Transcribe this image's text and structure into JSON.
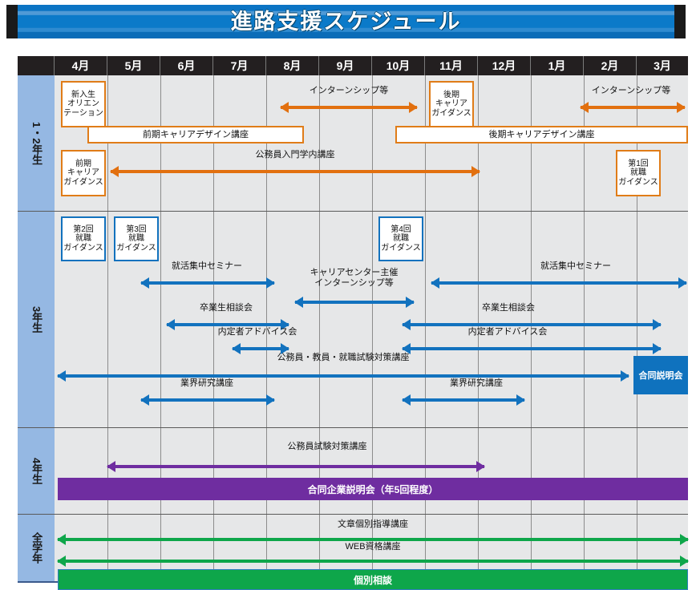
{
  "header": {
    "title": "進路支援スケジュール",
    "months": [
      "4月",
      "5月",
      "6月",
      "7月",
      "8月",
      "9月",
      "10月",
      "11月",
      "12月",
      "1月",
      "2月",
      "3月"
    ]
  },
  "rows": [
    {
      "label": "1・2年生"
    },
    {
      "label": "3年生"
    },
    {
      "label": "4年生"
    },
    {
      "label": "全学年"
    }
  ],
  "chart_data": {
    "type": "table",
    "title": "進路支援スケジュール",
    "xlabel": "",
    "ylabel": "",
    "categories": [
      "4月",
      "5月",
      "6月",
      "7月",
      "8月",
      "9月",
      "10月",
      "11月",
      "12月",
      "1月",
      "2月",
      "3月"
    ],
    "rows": [
      {
        "group": "1・2年生",
        "items": [
          {
            "label": "新入生\nオリエン\nテーション",
            "kind": "box",
            "color": "#E07C18",
            "start": "4月",
            "end": "4月"
          },
          {
            "label": "インターンシップ等",
            "kind": "arrow-both",
            "color": "#E2700F",
            "start": "8月",
            "end": "9月"
          },
          {
            "label": "後期\nキャリア\nガイダンス",
            "kind": "box",
            "color": "#E07C18",
            "start": "11月",
            "end": "11月"
          },
          {
            "label": "インターンシップ等",
            "kind": "arrow-both",
            "color": "#E2700F",
            "start": "2月",
            "end": "3月"
          },
          {
            "label": "前期キャリアデザイン講座",
            "kind": "box-wide",
            "color": "#E07C18",
            "start": "4月",
            "end": "8月"
          },
          {
            "label": "後期キャリアデザイン講座",
            "kind": "box-wide",
            "color": "#E07C18",
            "start": "10月",
            "end": "3月"
          },
          {
            "label": "前期\nキャリア\nガイダンス",
            "kind": "box",
            "color": "#E07C18",
            "start": "4月",
            "end": "4月"
          },
          {
            "label": "公務員入門学内講座",
            "kind": "arrow-both",
            "color": "#E2700F",
            "start": "5月",
            "end": "11月"
          },
          {
            "label": "第1回\n就職\nガイダンス",
            "kind": "box",
            "color": "#E07C18",
            "start": "2月",
            "end": "2月"
          }
        ]
      },
      {
        "group": "3年生",
        "items": [
          {
            "label": "第2回\n就職\nガイダンス",
            "kind": "box",
            "color": "#1272BE",
            "start": "4月",
            "end": "4月"
          },
          {
            "label": "第3回\n就職\nガイダンス",
            "kind": "box",
            "color": "#1272BE",
            "start": "5月",
            "end": "5月"
          },
          {
            "label": "第4回\n就職\nガイダンス",
            "kind": "box",
            "color": "#1272BE",
            "start": "9月",
            "end": "9月"
          },
          {
            "label": "就活集中セミナー",
            "kind": "arrow-both",
            "color": "#1272BE",
            "start": "5月",
            "end": "7月"
          },
          {
            "label": "キャリアセンター主催\nインターンシップ等",
            "kind": "arrow-both",
            "color": "#1272BE",
            "start": "8月",
            "end": "9月"
          },
          {
            "label": "就活集中セミナー",
            "kind": "arrow-both",
            "color": "#1272BE",
            "start": "11月",
            "end": "3月"
          },
          {
            "label": "卒業生相談会",
            "kind": "arrow-both",
            "color": "#1272BE",
            "start": "6月",
            "end": "7月"
          },
          {
            "label": "卒業生相談会",
            "kind": "arrow-both",
            "color": "#1272BE",
            "start": "10月",
            "end": "2月"
          },
          {
            "label": "内定者アドバイス会",
            "kind": "arrow-both",
            "color": "#1272BE",
            "start": "7月",
            "end": "7月"
          },
          {
            "label": "内定者アドバイス会",
            "kind": "arrow-both",
            "color": "#1272BE",
            "start": "10月",
            "end": "2月"
          },
          {
            "label": "公務員・教員・就職試験対策講座",
            "kind": "arrow-both",
            "color": "#1272BE",
            "start": "4月",
            "end": "2月"
          },
          {
            "label": "合同説明会",
            "kind": "bar",
            "color": "#0F72BE",
            "start": "2月",
            "end": "2月"
          },
          {
            "label": "業界研究講座",
            "kind": "arrow-both",
            "color": "#1272BE",
            "start": "5月",
            "end": "7月"
          },
          {
            "label": "業界研究講座",
            "kind": "arrow-both",
            "color": "#1272BE",
            "start": "10月",
            "end": "12月"
          }
        ]
      },
      {
        "group": "4年生",
        "items": [
          {
            "label": "公務員試験対策講座",
            "kind": "arrow-both",
            "color": "#6F2DA0",
            "start": "5月",
            "end": "12月"
          },
          {
            "label": "合同企業説明会（年5回程度）",
            "kind": "bar",
            "color": "#6F2DA0",
            "start": "4月",
            "end": "3月"
          }
        ]
      },
      {
        "group": "全学年",
        "items": [
          {
            "label": "文章個別指導講座",
            "kind": "arrow-both",
            "color": "#0EA64A",
            "start": "4月",
            "end": "3月"
          },
          {
            "label": "WEB資格講座",
            "kind": "arrow-both",
            "color": "#0EA64A",
            "start": "4月",
            "end": "3月"
          },
          {
            "label": "個別相談",
            "kind": "bar",
            "color": "#0EA64A",
            "start": "4月",
            "end": "3月"
          }
        ]
      }
    ],
    "colors": {
      "title_banner": "#0b7ac9",
      "header_bg": "#231f20",
      "row_label_bg": "#95b8e3",
      "grid_bg": "#e6e7e8",
      "grade12": "#E07C18",
      "grade3": "#1272BE",
      "grade4": "#6F2DA0",
      "all_grades": "#0EA64A"
    }
  },
  "labels": {
    "r1_newstudent": "新入生\nオリエン\nテーション",
    "r1_internship1": "インターンシップ等",
    "r1_kouki_guidance": "後期\nキャリア\nガイダンス",
    "r1_internship2": "インターンシップ等",
    "r1_zenki_design": "前期キャリアデザイン講座",
    "r1_kouki_design": "後期キャリアデザイン講座",
    "r1_zenki_guidance": "前期\nキャリア\nガイダンス",
    "r1_komuin": "公務員入門学内講座",
    "r1_guidance1": "第1回\n就職\nガイダンス",
    "r2_guidance2": "第2回\n就職\nガイダンス",
    "r2_guidance3": "第3回\n就職\nガイダンス",
    "r2_guidance4": "第4回\n就職\nガイダンス",
    "r2_seminar1": "就活集中セミナー",
    "r2_seminar2": "就活集中セミナー",
    "r2_career_intern": "キャリアセンター主催\nインターンシップ等",
    "r2_obog1": "卒業生相談会",
    "r2_obog2": "卒業生相談会",
    "r2_naitei1": "内定者アドバイス会",
    "r2_naitei2": "内定者アドバイス会",
    "r2_taisaku": "公務員・教員・就職試験対策講座",
    "r2_goudou": "合同説明会",
    "r2_gyokai1": "業界研究講座",
    "r2_gyokai2": "業界研究講座",
    "r3_komuin_taisaku": "公務員試験対策講座",
    "r3_goudou": "合同企業説明会（年5回程度）",
    "r4_bunsho": "文章個別指導講座",
    "r4_web": "WEB資格講座",
    "r4_kobetsu": "個別相談"
  }
}
